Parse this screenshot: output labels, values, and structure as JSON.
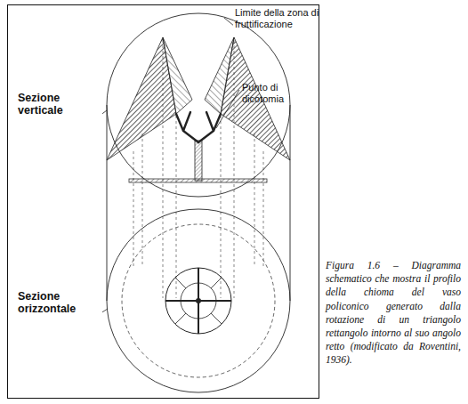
{
  "diagram": {
    "caption": "Figura 1.6 – Diagramma schematico che mostra il profilo della chioma del vaso policonico generato dalla rotazione di un triangolo rettangolo intorno al suo angolo retto (modificato da Roventini, 1936).",
    "labels": [
      "Limite della zona di fruttificazione",
      "Punto di dicotomia",
      "Sezione verticale",
      "Sezione orizzontale"
    ]
  }
}
